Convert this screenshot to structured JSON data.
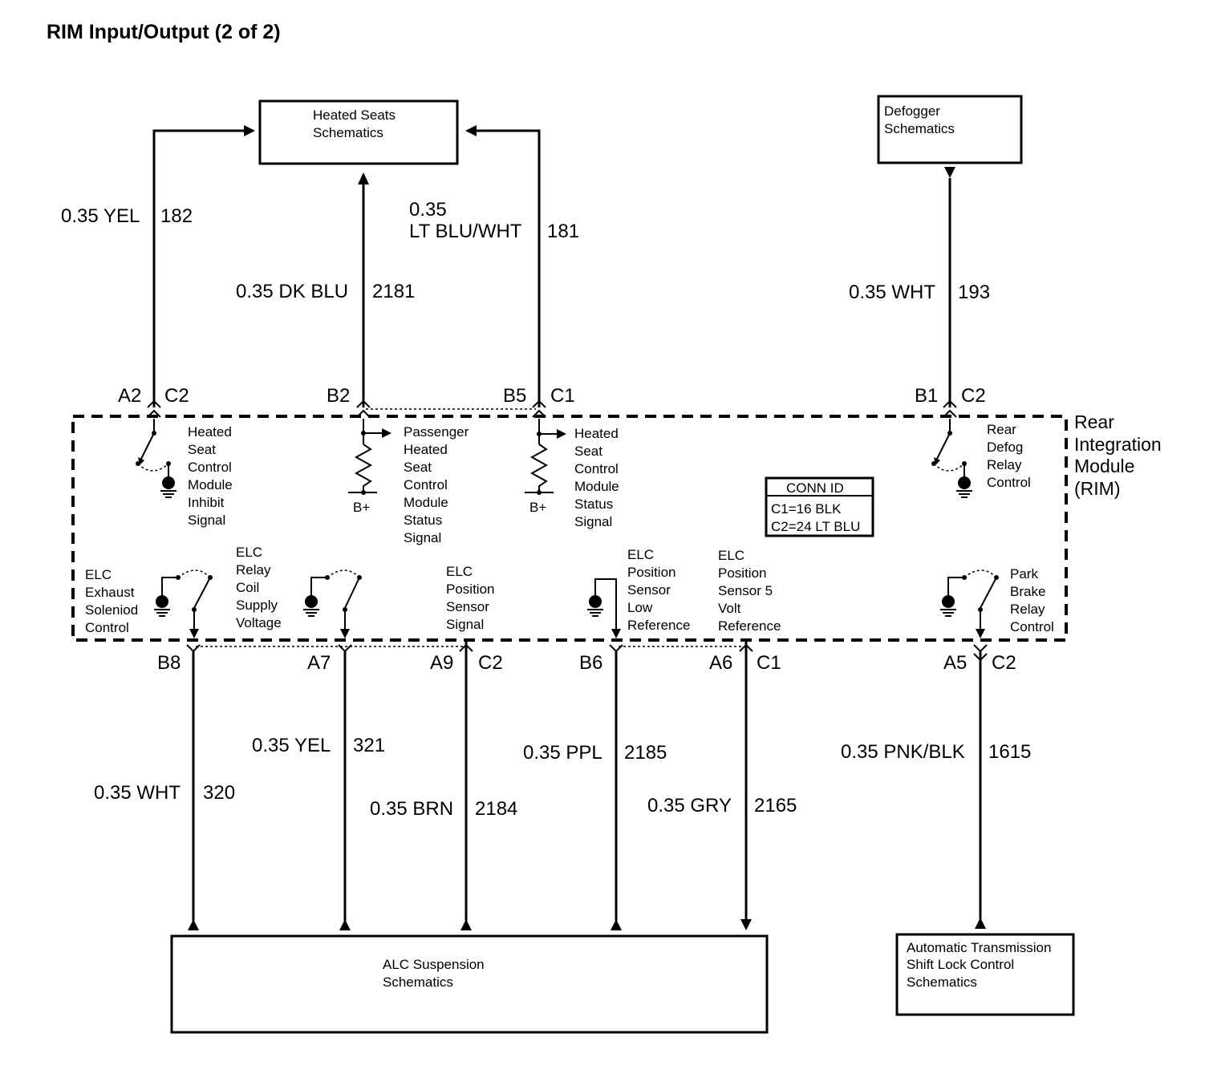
{
  "title": "RIM Input/Output (2 of 2)",
  "boxes": {
    "heated_seats": [
      "Heated Seats",
      "Schematics"
    ],
    "defogger": [
      "Defogger",
      "Schematics"
    ],
    "alc": [
      "ALC Suspension",
      "Schematics"
    ],
    "trans": [
      "Automatic Transmission",
      "Shift Lock Control",
      "Schematics"
    ]
  },
  "module": {
    "name": [
      "Rear",
      "Integration",
      "Module",
      "(RIM)"
    ],
    "conn_id": [
      "CONN ID",
      "C1=16 BLK",
      "C2=24 LT BLU"
    ],
    "b_plus": "B+"
  },
  "wires": {
    "w182": {
      "gauge_color": "0.35 YEL",
      "circuit": "182",
      "pin": "A2",
      "connector": "C2"
    },
    "w2181": {
      "gauge_color": "0.35 DK BLU",
      "circuit": "2181",
      "pin": "B2",
      "connector": ""
    },
    "w181": {
      "gauge": "0.35",
      "color": "LT BLU/WHT",
      "circuit": "181",
      "pin": "B5",
      "connector": "C1"
    },
    "w193": {
      "gauge_color": "0.35 WHT",
      "circuit": "193",
      "pin": "B1",
      "connector": "C2"
    },
    "w320": {
      "gauge_color": "0.35 WHT",
      "circuit": "320",
      "pin": "B8"
    },
    "w321": {
      "gauge_color": "0.35 YEL",
      "circuit": "321",
      "pin": "A7"
    },
    "w2184": {
      "gauge_color": "0.35 BRN",
      "circuit": "2184",
      "pin": "A9",
      "connector": "C2"
    },
    "w2185": {
      "gauge_color": "0.35 PPL",
      "circuit": "2185",
      "pin": "B6"
    },
    "w2165": {
      "gauge_color": "0.35 GRY",
      "circuit": "2165",
      "pin": "A6",
      "connector": "C1"
    },
    "w1615": {
      "gauge_color": "0.35 PNK/BLK",
      "circuit": "1615",
      "pin": "A5",
      "connector": "C2"
    }
  },
  "functions": {
    "f_inhibit": [
      "Heated",
      "Seat",
      "Control",
      "Module",
      "Inhibit",
      "Signal"
    ],
    "f_pass": [
      "Passenger",
      "Heated",
      "Seat",
      "Control",
      "Module",
      "Status",
      "Signal"
    ],
    "f_status": [
      "Heated",
      "Seat",
      "Control",
      "Module",
      "Status",
      "Signal"
    ],
    "f_defog": [
      "Rear",
      "Defog",
      "Relay",
      "Control"
    ],
    "f_exhaust": [
      "ELC",
      "Exhaust",
      "Soleniod",
      "Control"
    ],
    "f_relaycoil": [
      "ELC",
      "Relay",
      "Coil",
      "Supply",
      "Voltage"
    ],
    "f_possig": [
      "ELC",
      "Position",
      "Sensor",
      "Signal"
    ],
    "f_poslow": [
      "ELC",
      "Position",
      "Sensor",
      "Low",
      "Reference"
    ],
    "f_pos5v": [
      "ELC",
      "Position",
      "Sensor 5",
      "Volt",
      "Reference"
    ],
    "f_park": [
      "Park",
      "Brake",
      "Relay",
      "Control"
    ]
  }
}
